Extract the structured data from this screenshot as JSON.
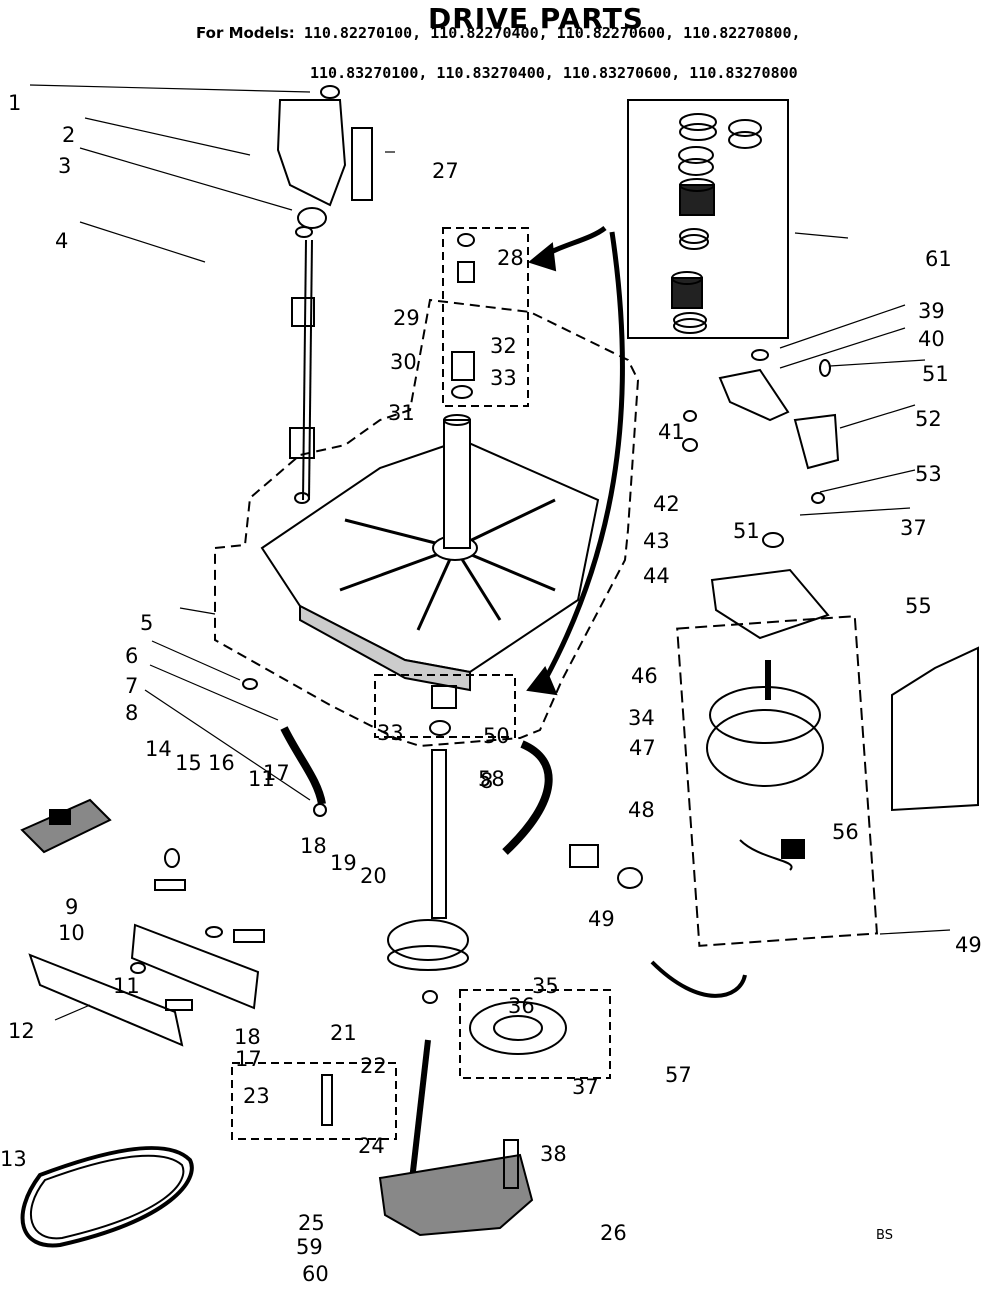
{
  "header": {
    "title": "DRIVE PARTS",
    "models_label": "For Models:",
    "models_line1": "110.82270100, 110.82270400, 110.82270600, 110.82270800,",
    "models_line2": "110.83270100, 110.83270400, 110.83270600, 110.83270800"
  },
  "footer": {
    "corner_code": "BS"
  },
  "callouts": [
    "1",
    "2",
    "3",
    "4",
    "5",
    "6",
    "7",
    "8",
    "8",
    "9",
    "10",
    "11",
    "11",
    "12",
    "13",
    "14",
    "15",
    "16",
    "17",
    "17",
    "18",
    "18",
    "19",
    "20",
    "21",
    "22",
    "23",
    "24",
    "25",
    "26",
    "27",
    "28",
    "29",
    "30",
    "31",
    "32",
    "33",
    "33",
    "34",
    "35",
    "36",
    "37",
    "37",
    "38",
    "39",
    "40",
    "41",
    "42",
    "43",
    "44",
    "46",
    "47",
    "48",
    "49",
    "49",
    "50",
    "51",
    "51",
    "52",
    "53",
    "55",
    "56",
    "57",
    "58",
    "59",
    "60",
    "61"
  ]
}
